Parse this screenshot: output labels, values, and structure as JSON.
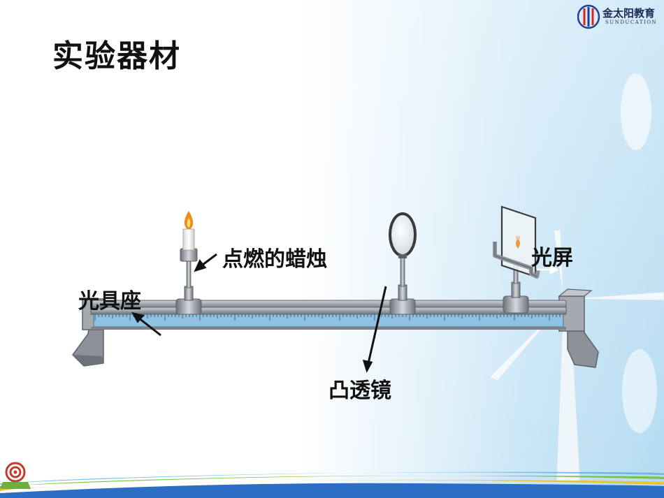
{
  "title": "实验器材",
  "logo": {
    "name_cn": "金太阳教育",
    "name_en": "SUNDUCATION"
  },
  "labels": {
    "candle": "点燃的蜡烛",
    "bench": "光具座",
    "lens": "凸透镜",
    "screen": "光屏"
  },
  "colors": {
    "rail": "#9ea3ab",
    "scale": "#8fc2e0",
    "sky": "#bfe2f7",
    "flame": "#f08a1c",
    "band_blue": "#2c6ec6",
    "band_yellow": "#e8c43a"
  }
}
